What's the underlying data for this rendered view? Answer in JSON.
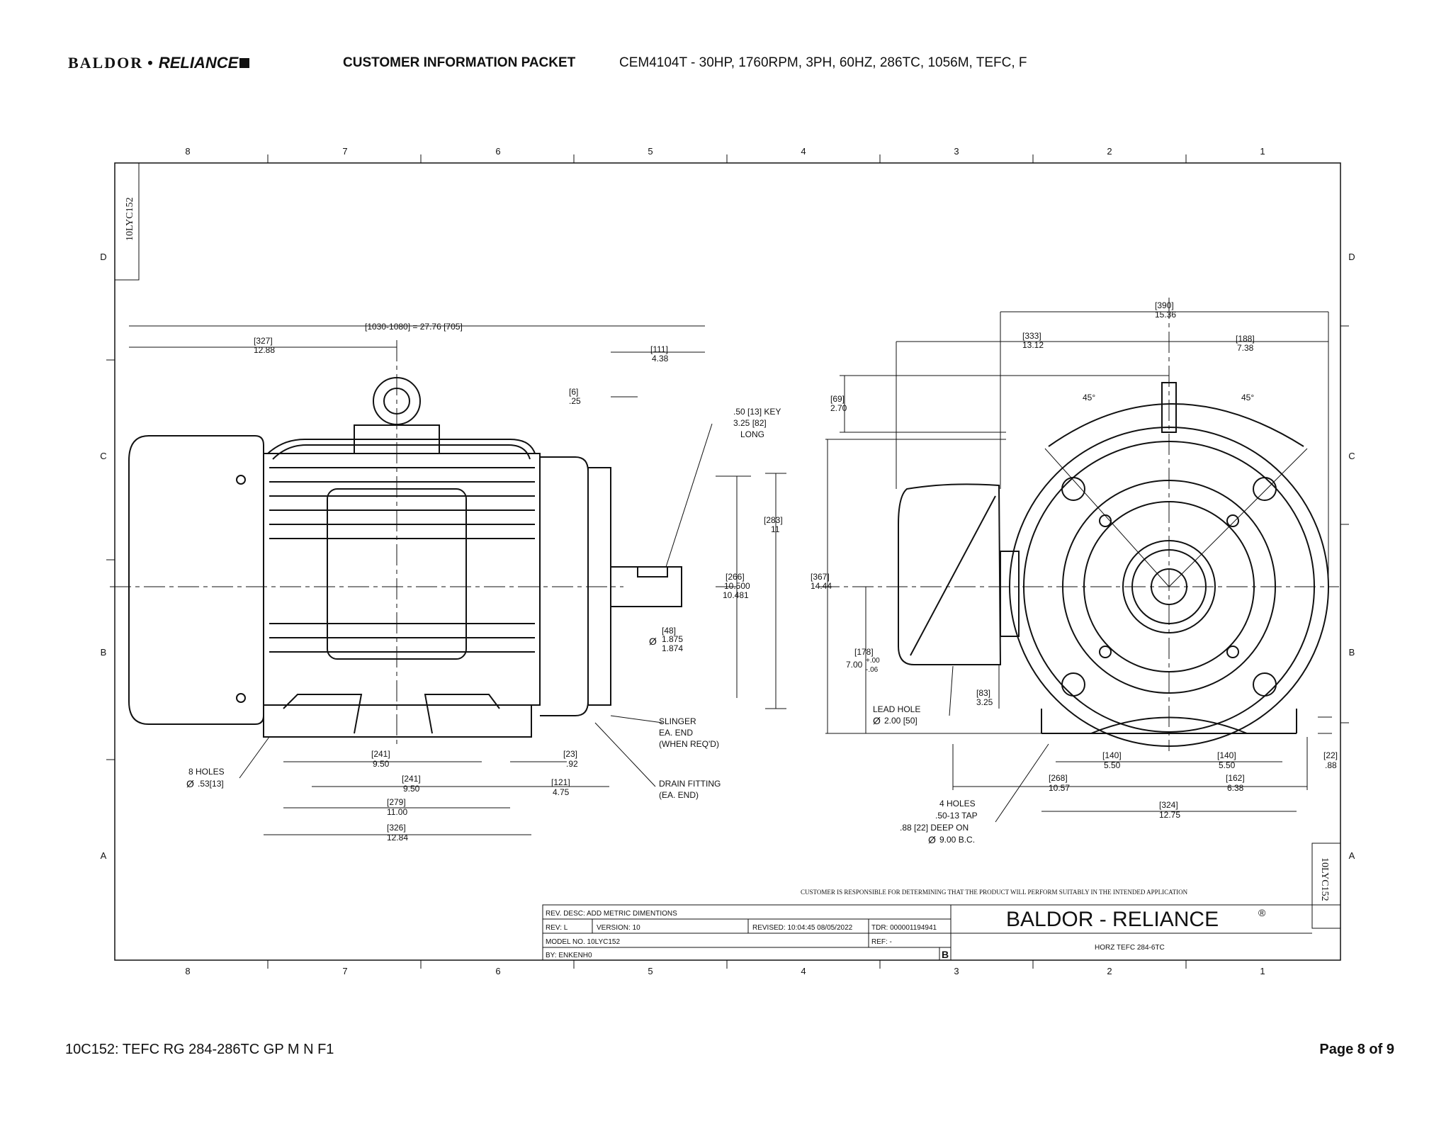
{
  "header": {
    "brand_left": "BALDOR",
    "brand_sep": "•",
    "brand_right": "RELIANCE",
    "packet_title": "CUSTOMER INFORMATION PACKET",
    "model_description": "CEM4104T - 30HP, 1760RPM, 3PH, 60HZ, 286TC, 1056M, TEFC, F"
  },
  "footer": {
    "document_id": "10C152: TEFC RG 284-286TC GP M N F1",
    "page": "Page 8 of 9"
  },
  "drawing": {
    "zone_columns": [
      "8",
      "7",
      "6",
      "5",
      "4",
      "3",
      "2",
      "1"
    ],
    "zone_rows": [
      "D",
      "C",
      "B",
      "A"
    ],
    "drawing_number": "10LYC152",
    "side_view_dims": {
      "overall": "[1030-1080] = 27.76 [705]",
      "d327": "[327]",
      "d327_in": "12.88",
      "d111": "[111]",
      "d111_in": "4.38",
      "d6": "[6]",
      "d6_in": ".25",
      "key_1": ".50 [13] KEY",
      "key_2": "3.25 [82]",
      "key_3": "LONG",
      "d283": "[283]",
      "d283_in": "11",
      "d266": "[266]",
      "d266_in_a": "10.500",
      "d266_in_b": "10.481",
      "d48": "[48]",
      "shaft_dia_a": "1.875",
      "shaft_dia_b": "1.874",
      "slinger_1": "SLINGER",
      "slinger_2": "EA. END",
      "slinger_3": "(WHEN REQ'D)",
      "drain_1": "DRAIN FITTING",
      "drain_2": "(EA. END)",
      "holes_1": "8 HOLES",
      "holes_2": ".53[13]",
      "d241a": "[241]",
      "d241a_in": "9.50",
      "d241b": "[241]",
      "d241b_in": "9.50",
      "d23": "[23]",
      "d23_in": ".92",
      "d121": "[121]",
      "d121_in": "4.75",
      "d279": "[279]",
      "d279_in": "11.00",
      "d326": "[326]",
      "d326_in": "12.84"
    },
    "end_view_dims": {
      "d390": "[390]",
      "d390_in": "15.36",
      "d333": "[333]",
      "d333_in": "13.12",
      "d188": "[188]",
      "d188_in": "7.38",
      "angle_left": "45°",
      "angle_right": "45°",
      "d69": "[69]",
      "d69_in": "2.70",
      "d367": "[367]",
      "d367_in": "14.44",
      "d178": "[178]",
      "d178_in": "7.00",
      "tol_plus": "+.00",
      "tol_minus": "-.06",
      "lead_1": "LEAD HOLE",
      "lead_2": "2.00 [50]",
      "d83": "[83]",
      "d83_in": "3.25",
      "taps_1": "4 HOLES",
      "taps_2": ".50-13 TAP",
      "taps_3": ".88 [22] DEEP ON",
      "taps_4": "9.00 B.C.",
      "d140a": "[140]",
      "d140a_in": "5.50",
      "d140b": "[140]",
      "d140b_in": "5.50",
      "d268": "[268]",
      "d268_in": "10.57",
      "d162": "[162]",
      "d162_in": "6.38",
      "d324": "[324]",
      "d324_in": "12.75",
      "d22": "[22]",
      "d22_in": ".88"
    },
    "disclaimer": "CUSTOMER IS RESPONSIBLE FOR DETERMINING THAT THE PRODUCT WILL PERFORM SUITABLY IN THE INTENDED APPLICATION",
    "title_block": {
      "rev_desc": "REV. DESC: ADD METRIC DIMENTIONS",
      "rev": "REV:  L",
      "version": "VERSION:  10",
      "revised": "REVISED:  10:04:45 08/05/2022",
      "tdr": "TDR: 000001194941",
      "model_no": "MODEL NO.  10LYC152",
      "ref": "REF:  -",
      "by": "BY: ENKENH0",
      "size": "B",
      "company": "BALDOR - RELIANCE",
      "registered": "®",
      "drawing_title": "HORZ TEFC 284-6TC"
    }
  }
}
